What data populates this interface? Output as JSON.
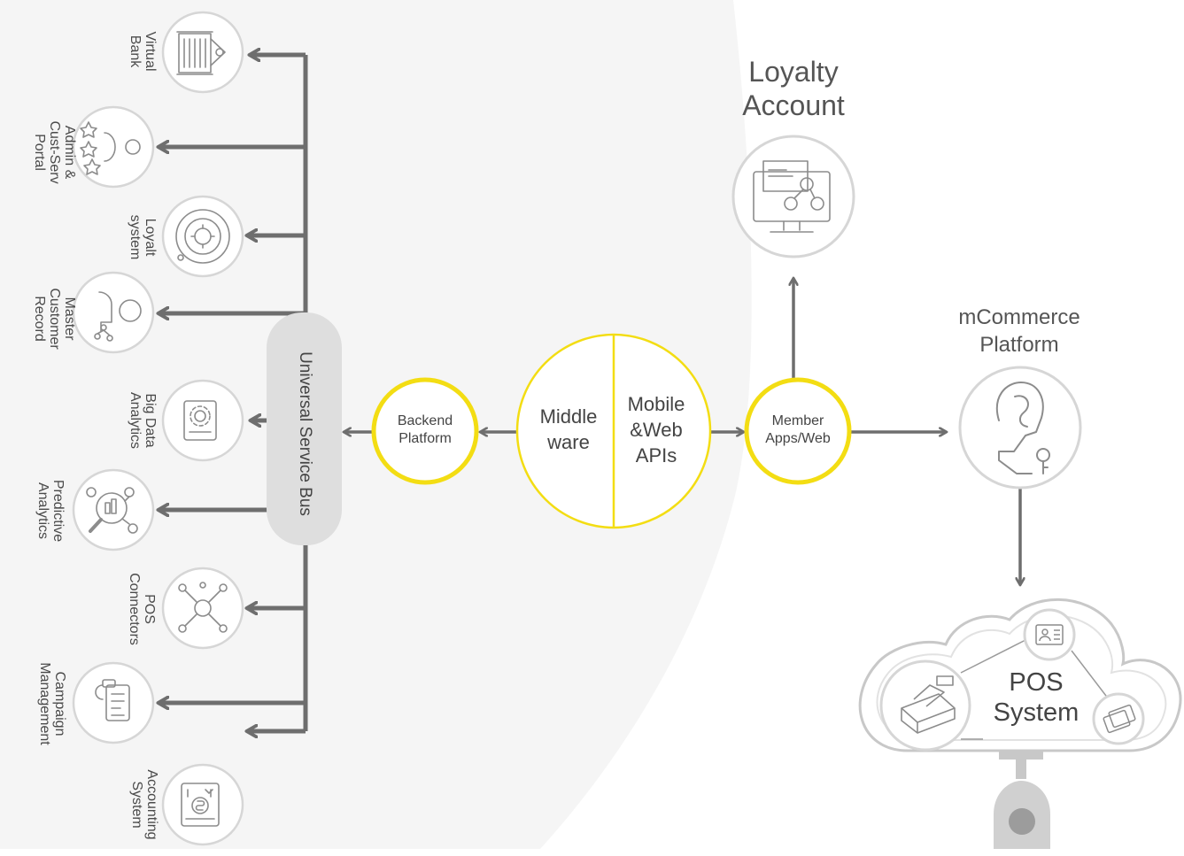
{
  "colors": {
    "accent": "#f3dd13",
    "arrow": "#6e6e6e",
    "circle": "#d6d6d6",
    "background_panel": "#f5f5f5",
    "bus": "#dedede"
  },
  "bus": {
    "label": "Universal Service Bus"
  },
  "services": [
    {
      "label": "Virtual\nBank",
      "icon": "bank-icon"
    },
    {
      "label": "Admin &\nCust-Serv\nPortal",
      "icon": "rating-user-icon"
    },
    {
      "label": "Loyalt\nsystem",
      "icon": "target-gear-icon"
    },
    {
      "label": "Master\nCustomer\nRecord",
      "icon": "customer-record-icon"
    },
    {
      "label": "Big Data\nAnalytics",
      "icon": "gear-document-icon"
    },
    {
      "label": "Predictive\nAnalytics",
      "icon": "magnifier-chart-icon"
    },
    {
      "label": "POS\nConnectors",
      "icon": "network-nodes-icon"
    },
    {
      "label": "Campaign\nManagement",
      "icon": "campaign-document-icon"
    },
    {
      "label": "Accounting\nSystem",
      "icon": "accounting-icon"
    }
  ],
  "nodes": {
    "backend": "Backend\nPlatform",
    "middleware": "Middle\nware",
    "apis": "Mobile\n&Web\nAPIs",
    "member": "Member\nApps/Web"
  },
  "loyalty_account": {
    "title": "Loyalty\nAccount",
    "icon": "monitor-network-icon"
  },
  "mcommerce": {
    "title": "mCommerce\nPlatform",
    "icon": "head-key-icon"
  },
  "pos": {
    "title": "POS\nSystem",
    "icons": [
      "cash-register-icon",
      "id-card-icon",
      "credit-cards-icon"
    ]
  }
}
